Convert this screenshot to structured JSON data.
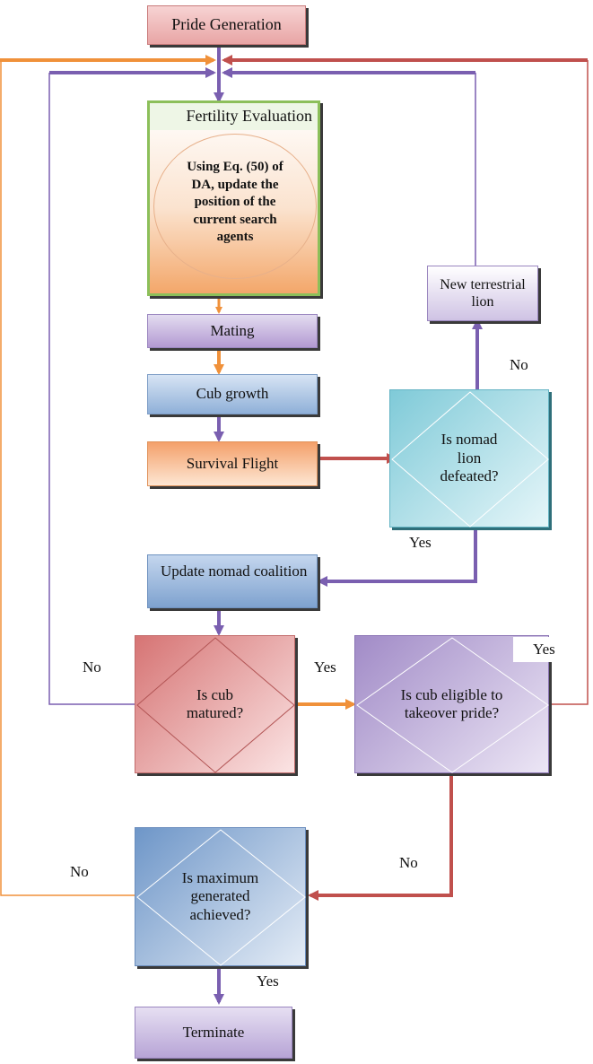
{
  "nodes": {
    "pride_generation": "Pride Generation",
    "fertility_evaluation": "Fertility Evaluation",
    "da_update": "Using Eq. (50) of DA, update the position of the current search agents",
    "mating": "Mating",
    "cub_growth": "Cub growth",
    "survival_flight": "Survival Flight",
    "new_terrestrial_lion": "New terrestrial lion",
    "is_nomad_defeated": "Is nomad lion defeated?",
    "update_nomad_coalition": "Update nomad coalition",
    "is_cub_matured": "Is cub matured?",
    "is_cub_eligible": "Is cub eligible to takeover pride?",
    "is_max_generated": "Is maximum generated achieved?",
    "terminate": "Terminate"
  },
  "edge_labels": {
    "nomad_no": "No",
    "nomad_yes": "Yes",
    "matured_no": "No",
    "matured_yes": "Yes",
    "eligible_yes": "Yes",
    "eligible_no": "No",
    "max_no": "No",
    "max_yes": "Yes"
  },
  "colors": {
    "orange": "#f0913a",
    "purple": "#7a5fb0",
    "red": "#c0504d",
    "blue_box": "#8fb0d8",
    "purple_box": "#b8a8d4",
    "pink_box": "#e9b4b4",
    "cyan_box": "#a9dde5",
    "green_border": "#8cbf5a"
  }
}
